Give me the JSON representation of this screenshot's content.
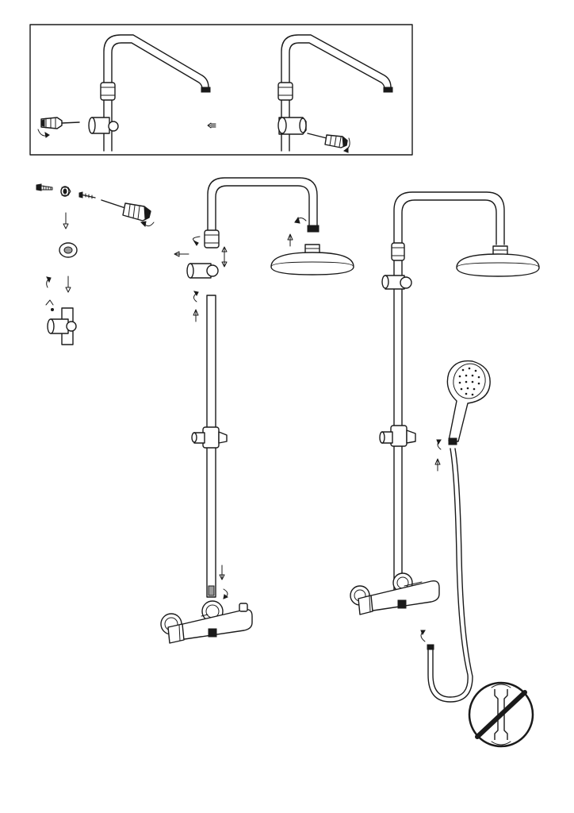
{
  "diagram": {
    "kind": "installation-instructions",
    "colors": {
      "line": "#1a1a1a",
      "paper": "#ffffff",
      "shade": "#9a9a9a"
    },
    "steps": [
      {
        "id": "inset-disassemble-bracket",
        "icons": [
          "screwdriver-icon",
          "rotate-arrow-icon",
          "left-arrow-icon"
        ]
      },
      {
        "id": "bracket-fixing",
        "icons": [
          "screw-icon",
          "nut-icon",
          "bolt-icon",
          "screwdriver-icon",
          "down-arrow-icon",
          "rotate-arrow-icon"
        ]
      },
      {
        "id": "assemble-riser-and-head",
        "icons": [
          "up-arrow-icon",
          "down-arrow-icon",
          "rotate-arrow-icon"
        ]
      },
      {
        "id": "final-assembly-hand-shower",
        "icons": [
          "up-arrow-icon",
          "rotate-arrow-icon"
        ]
      },
      {
        "id": "no-wrench-warning",
        "icons": [
          "wrench-prohibited-icon"
        ]
      }
    ]
  }
}
